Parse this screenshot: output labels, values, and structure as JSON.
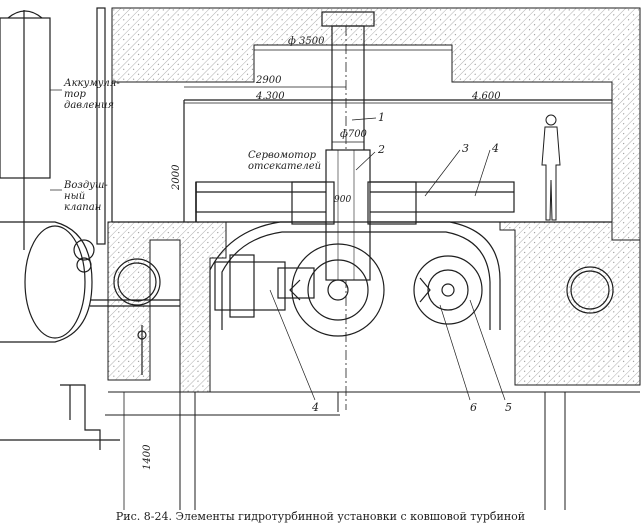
{
  "caption": "Рис. 8-24. Элементы гидротурбинной установки с ковшовой турбиной",
  "dimensions": {
    "d3500": "ф 3500",
    "d2900": "2900",
    "d4300": "4.300",
    "d4600": "4.600",
    "d700": "ф700",
    "d900": "900",
    "h2000": "2000",
    "h1400": "1400"
  },
  "notes": {
    "accumulator": [
      "Аккумуля-",
      "тор",
      "давления"
    ],
    "servomotor": [
      "Сервомотор",
      "отсекателей"
    ],
    "air_valve": [
      "Воздуш-",
      "ный",
      "клапан"
    ]
  },
  "callouts": {
    "c1": "1",
    "c2": "2",
    "c3": "3",
    "c4a": "4",
    "c4b": "4",
    "c5": "5",
    "c6": "6"
  },
  "colors": {
    "ink": "#1e1e1e",
    "hatch": "#8a8a8a",
    "paper": "#ffffff"
  }
}
